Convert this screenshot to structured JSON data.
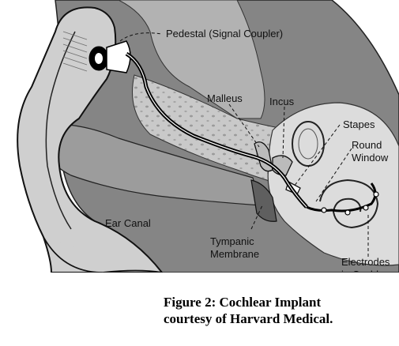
{
  "figure": {
    "labels": {
      "pedestal": "Pedestal (Signal Coupler)",
      "malleus": "Malleus",
      "incus": "Incus",
      "stapes": "Stapes",
      "round_window_line1": "Round",
      "round_window_line2": "Window",
      "ear_canal": "Ear Canal",
      "tympanic_line1": "Tympanic",
      "tympanic_line2": "Membrane",
      "electrodes_line1": "Electrodes",
      "electrodes_line2": "in Cochlea"
    },
    "caption_line1": "Figure 2: Cochlear Implant",
    "caption_line2": "courtesy of Harvard Medical."
  }
}
